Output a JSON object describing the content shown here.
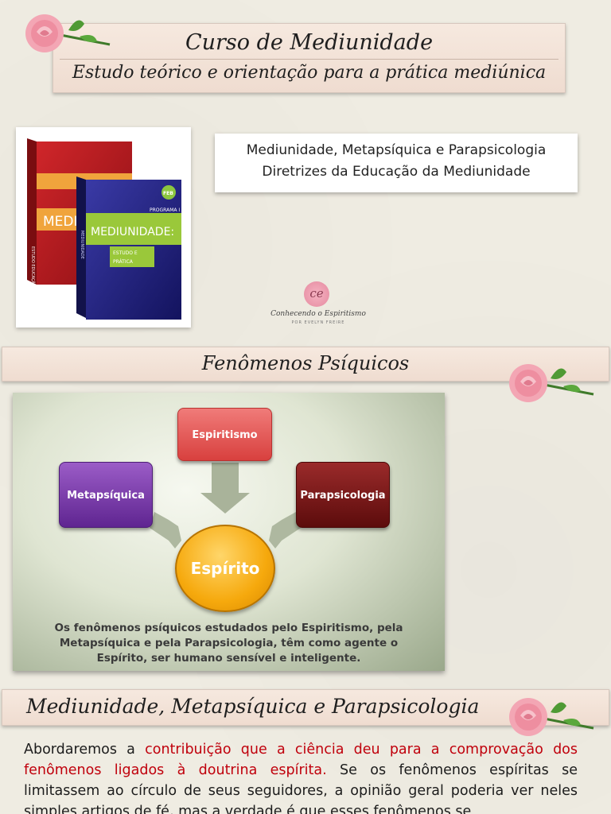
{
  "header": {
    "title": "Curso de Mediunidade",
    "subtitle": "Estudo teórico e orientação para a prática mediúnica"
  },
  "book_titles": {
    "line1": "Mediunidade, Metapsíquica e Parapsicologia",
    "line2": "Diretrizes da Educação da Mediunidade"
  },
  "book_covers": {
    "back_title": "MEDI",
    "back_spine": "ESTUDO EDUCAÇÃO DA MEDIUNIDADE",
    "front_program": "PROGRAMA I",
    "front_title": "MEDIUNIDADE:",
    "front_subtitle1": "ESTUDO E",
    "front_subtitle2": "PRÁTICA",
    "front_spine": "MEDIUNIDADE",
    "badge": "FEB"
  },
  "logo": {
    "initials": "ce",
    "name": "Conhecendo o Espiritismo",
    "by": "POR EVELYN FREIRE"
  },
  "section1": {
    "title": "Fenômenos Psíquicos"
  },
  "diagram": {
    "top": "Espiritismo",
    "left": "Metapsíquica",
    "right": "Parapsicologia",
    "center": "Espírito",
    "caption_line1": "Os fenômenos psíquicos estudados pelo Espiritismo, pela",
    "caption_line2": "Metapsíquica e pela Parapsicologia, têm como agente o",
    "caption_line3": "Espírito, ser humano sensível e inteligente."
  },
  "section2": {
    "title": "Mediunidade, Metapsíquica e Parapsicologia"
  },
  "body": {
    "part1": "Abordaremos a ",
    "part2_highlight": "contribuição que a ciência deu para a comprovação dos fenômenos ligados à doutrina espírita.",
    "part3": " Se os fenômenos espíritas se limitassem ao círculo de seus seguidores, a opinião geral poderia ver neles simples artigos de fé, mas a verdade é que esses fenômenos se"
  },
  "colors": {
    "banner": "#f6e9df",
    "highlight_red": "#c0000c",
    "espiritismo": "#e0504e",
    "metapsiquica": "#7a3aaa",
    "parapsicologia": "#7a1414",
    "espirito": "#f6a90d"
  }
}
